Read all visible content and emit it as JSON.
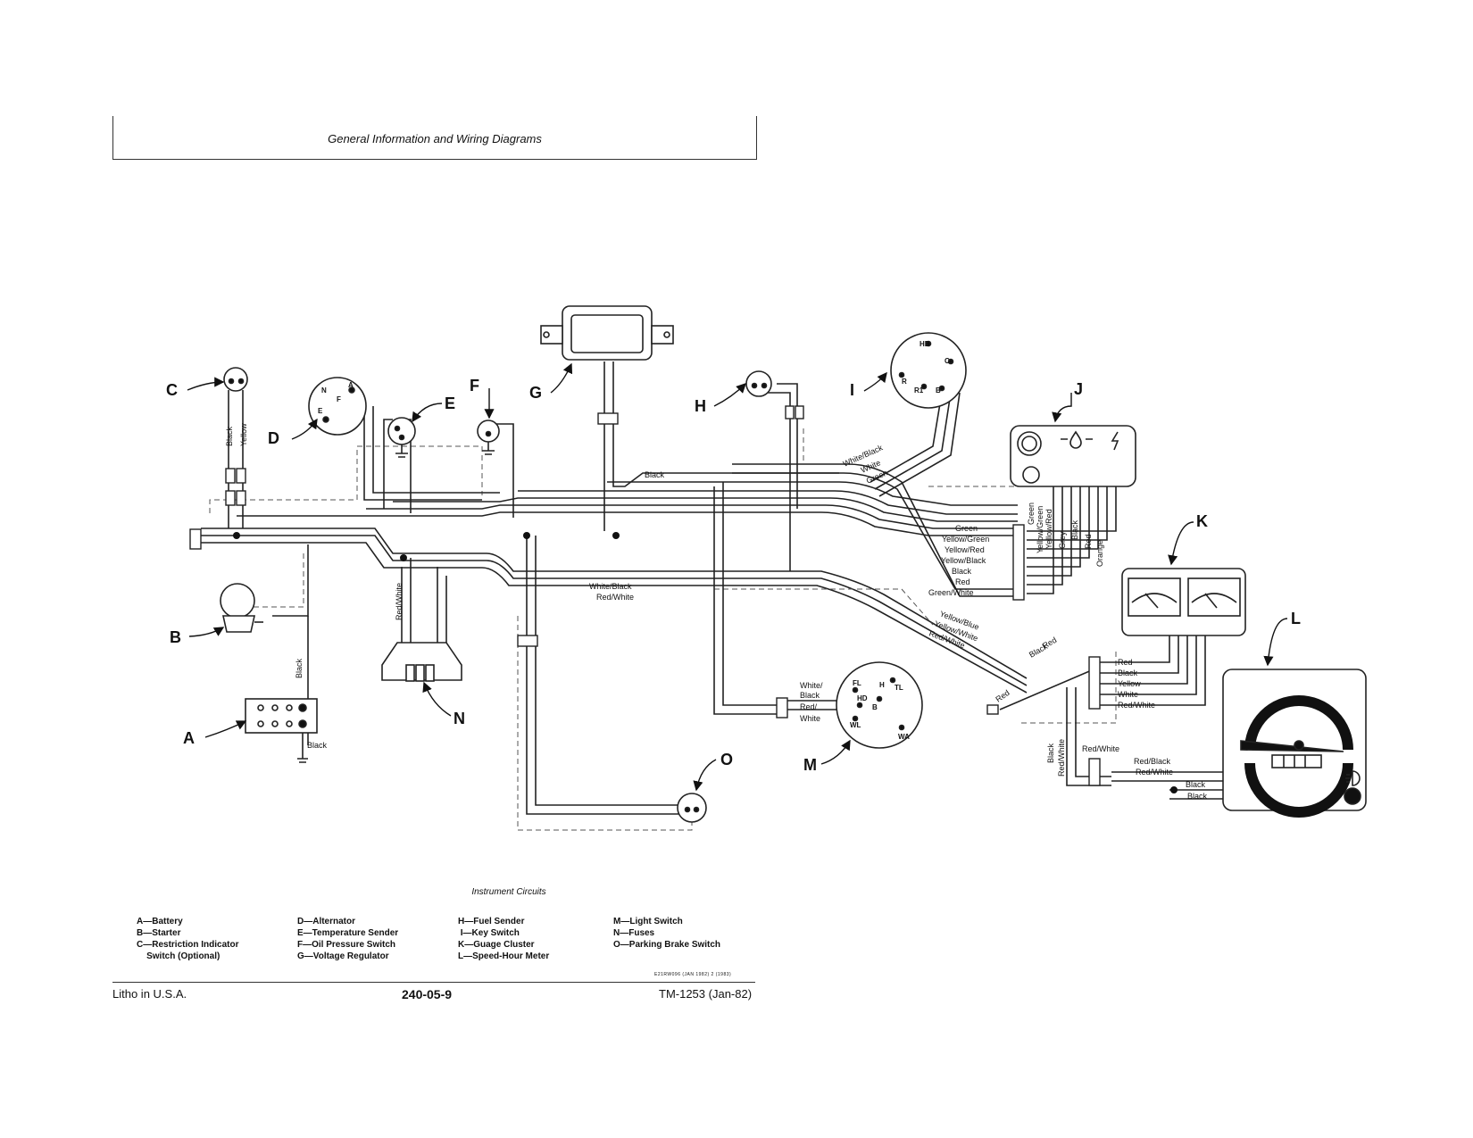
{
  "header": {
    "title": "General Information and Wiring Diagrams"
  },
  "components": {
    "A": "A",
    "B": "B",
    "C": "C",
    "D": "D",
    "E": "E",
    "F": "F",
    "G": "G",
    "H": "H",
    "I": "I",
    "J": "J",
    "K": "K",
    "L": "L",
    "M": "M",
    "N": "N",
    "O": "O"
  },
  "wire_labels": {
    "black": "Black",
    "yellow": "Yellow",
    "red_white": "Red/White",
    "white_black": "White/Black",
    "white": "White",
    "green": "Green",
    "yellow_green": "Yellow/Green",
    "yellow_red": "Yellow/Red",
    "yellow_black": "Yellow/Black",
    "red": "Red",
    "green_white": "Green/White",
    "yellow_blue": "Yellow/Blue",
    "yellow_white": "Yellow/White",
    "grey": "Grey",
    "orange": "Orange",
    "white_slash": "White/",
    "red_slash": "Red/",
    "red_black": "Red/Black"
  },
  "terminals": {
    "D": [
      "N",
      "F",
      "A",
      "E"
    ],
    "I": [
      "HB",
      "C",
      "R",
      "R1",
      "B"
    ],
    "M": [
      "H",
      "HD",
      "FL",
      "B",
      "TL",
      "WL",
      "WA"
    ]
  },
  "caption": "Instrument Circuits",
  "legend": {
    "col1": [
      "A—Battery",
      "B—Starter",
      "C—Restriction Indicator",
      "    Switch (Optional)"
    ],
    "col2": [
      "D—Alternator",
      "E—Temperature Sender",
      "F—Oil Pressure Switch",
      "G—Voltage Regulator"
    ],
    "col3": [
      "H—Fuel Sender",
      " I—Key Switch",
      "K—Guage Cluster",
      "L—Speed-Hour Meter"
    ],
    "col4": [
      "M—Light Switch",
      "N—Fuses",
      "O—Parking Brake Switch"
    ]
  },
  "fine_print": "E21RW096 (JAN 1982) 2 (1983)",
  "footer": {
    "left": "Litho in U.S.A.",
    "center": "240-05-9",
    "right": "TM-1253 (Jan-82)"
  }
}
